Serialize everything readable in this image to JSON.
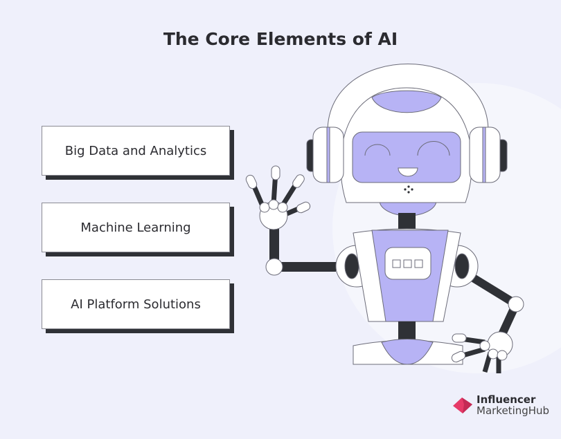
{
  "title": "The Core Elements of AI",
  "elements": [
    {
      "label": "Big Data and Analytics"
    },
    {
      "label": "Machine Learning"
    },
    {
      "label": "AI Platform Solutions"
    }
  ],
  "logo": {
    "line1": "Influencer",
    "line2": "MarketingHub"
  },
  "colors": {
    "background": "#eff0fb",
    "purple": "#b7b3f5",
    "dark": "#2f3136",
    "logo": "#e63a68"
  }
}
